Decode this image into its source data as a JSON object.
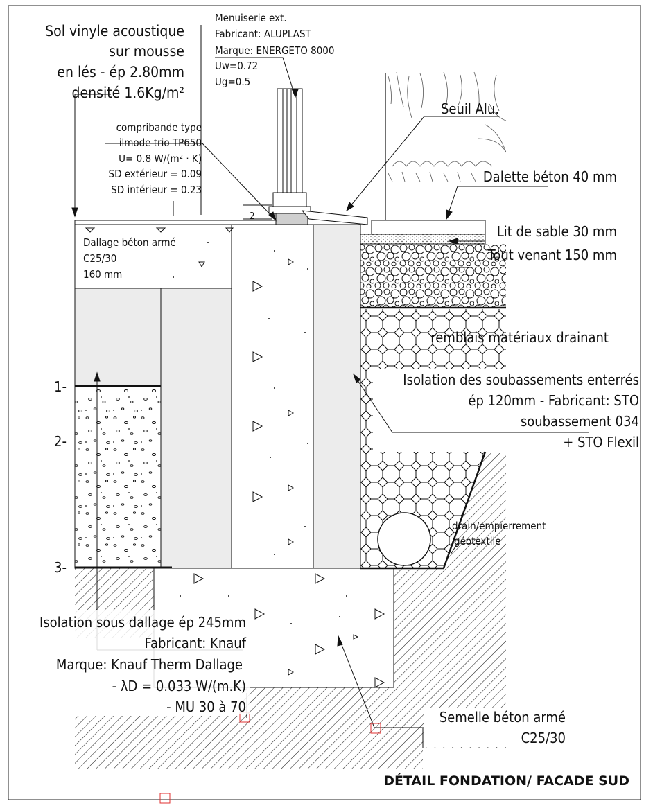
{
  "title": "DÉTAIL FONDATION/ FACADE SUD",
  "labels": {
    "window": [
      "Menuiserie ext.",
      "Fabricant: ALUPLAST",
      "Marque: ENERGETO 8000",
      "Uw=0.72",
      "Ug=0.5"
    ],
    "floor_finish": [
      "Sol vinyle acoustique",
      "sur mousse",
      "en lés - ép 2.80mm",
      "densité 1.6Kg/m²"
    ],
    "compriband": [
      "compribande type",
      "ilmode trio TP650",
      "U= 0.8 W/(m² · K)",
      "SD extérieur = 0.09",
      "SD intérieur = 0.23"
    ],
    "threshold": "Seuil Alu.",
    "slab_ext": "Dalette béton 40 mm",
    "sand": "Lit de sable 30 mm",
    "gravel": "Tout venant 150 mm",
    "slab_int": [
      "Dallage béton armé",
      "C25/30",
      "160 mm"
    ],
    "backfill": "remblais matériaux drainant",
    "basement_insulation": [
      "Isolation des soubassements enterrés",
      "ép 120mm - Fabricant: STO",
      "soubassement 034",
      "+ STO Flexil"
    ],
    "drain": [
      "drain/empierrement",
      "géotextile"
    ],
    "slab_insulation": [
      "Isolation sous dallage ép 245mm",
      "Fabricant: Knauf",
      "Marque: Knauf Therm Dallage",
      "- λD = 0.033 W/(m.K)",
      "- MU 30 à 70"
    ],
    "footing": [
      "Semelle béton armé",
      "C25/30"
    ],
    "levels": [
      "1-",
      "2-",
      "3-"
    ],
    "dim": "2"
  }
}
